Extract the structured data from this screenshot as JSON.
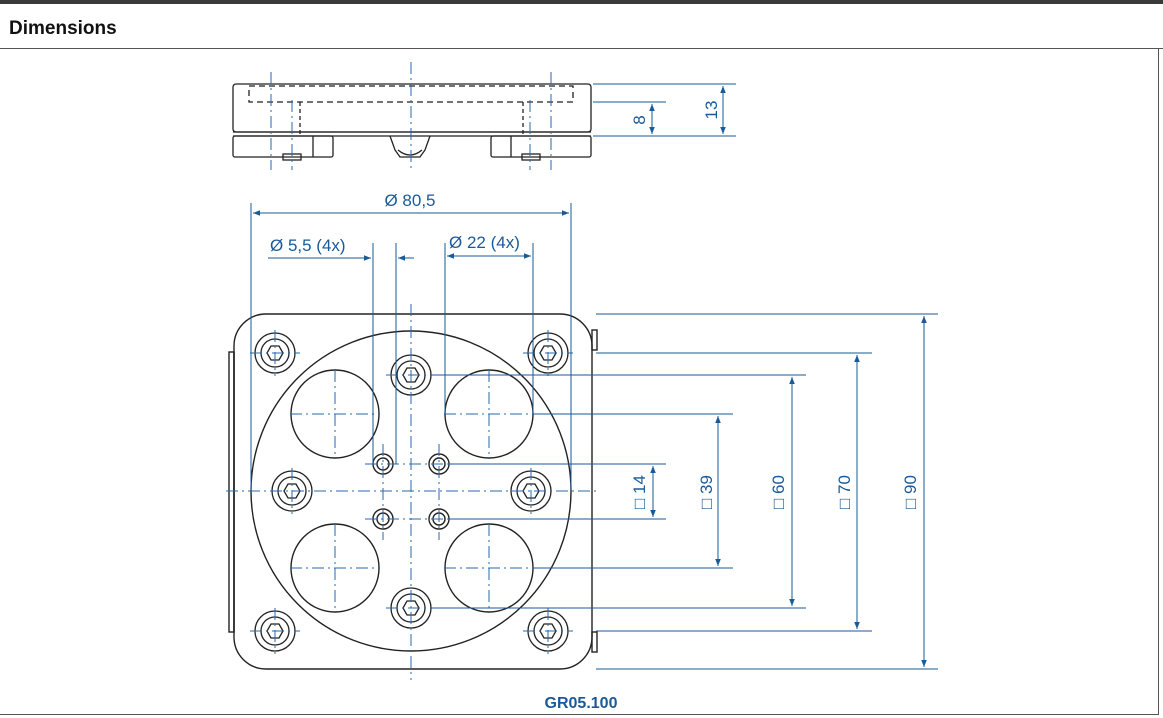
{
  "header": {
    "title": "Dimensions"
  },
  "dimensions": {
    "top_view": {
      "height_13": "13",
      "height_8": "8"
    },
    "diameter_outer": "Ø 80,5",
    "diameter_small_holes": "Ø 5,5 (4x)",
    "diameter_large_holes": "Ø 22 (4x)",
    "square_14": "□ 14",
    "square_39": "□ 39",
    "square_60": "□ 60",
    "square_70": "□ 70",
    "square_90": "□ 90"
  },
  "part_number": "GR05.100",
  "colors": {
    "dimension": "#1a5a99",
    "drawing": "#222222",
    "centerline": "#2a6aae"
  }
}
